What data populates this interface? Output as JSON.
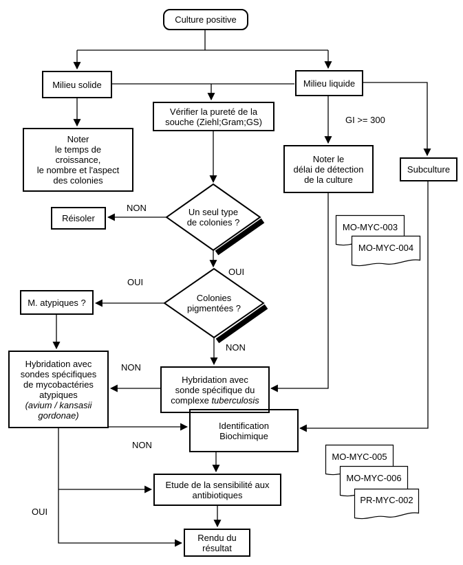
{
  "page": {
    "background": "#ffffff",
    "line_color": "#000000"
  },
  "nodes": {
    "culture_positive": {
      "text": "Culture positive"
    },
    "milieu_solide": {
      "text": "Milieu solide"
    },
    "verifier_purete": {
      "text": "Vérifier la pureté de la\nsouche (Ziehl;Gram;GS)"
    },
    "milieu_liquide": {
      "text": "Milieu liquide"
    },
    "noter_temps": {
      "text": "Noter\nle temps de\ncroissance,\nle nombre et l'aspect\ndes colonies"
    },
    "reisoler": {
      "text": "Réisoler"
    },
    "noter_delai": {
      "text": "Noter le\ndélai de détection\nde la culture"
    },
    "subculture": {
      "text": "Subculture"
    },
    "diamond_un_seul_type": {
      "text": "Un seul type\nde colonies ?"
    },
    "diamond_colonies_pigmentees": {
      "text": "Colonies\npigmentées ?"
    },
    "m_atypiques": {
      "text": "M. atypiques ?"
    },
    "hyb_atypiques": {
      "text_normal": "Hybridation avec\nsondes spécifiques\nde mycobactéries\natypiques",
      "text_italic": "(avium / kansasii\ngordonae)"
    },
    "hyb_tuberculosis": {
      "line12": "Hybridation avec\nsonde spécifique du",
      "line3_normal": "complexe ",
      "line3_italic": "tuberculosis"
    },
    "identification": {
      "text": "Identification\nBiochimique"
    },
    "etude": {
      "text": "Etude de la sensibilité aux\nantibiotiques"
    },
    "rendu": {
      "text": "Rendu du\nrésultat"
    }
  },
  "documents": {
    "doc1": "MO-MYC-003",
    "doc2": "MO-MYC-004",
    "doc3": "MO-MYC-005",
    "doc4": "MO-MYC-006",
    "doc5": "PR-MYC-002"
  },
  "labels": {
    "non": "NON",
    "oui": "OUI",
    "gi": "GI >= 300"
  }
}
